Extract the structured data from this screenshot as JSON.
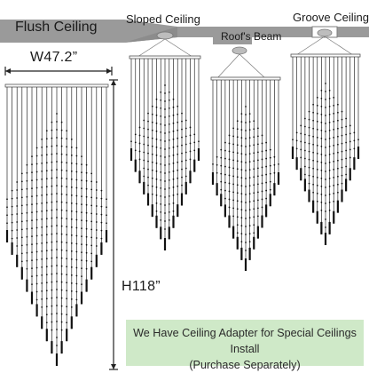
{
  "labels": {
    "flush": "Flush Ceiling",
    "sloped": "Sloped Ceiling",
    "beam": "Roof's Beam",
    "groove": "Groove Ceiling",
    "width": "W47.2”",
    "height": "H118”"
  },
  "note": {
    "line1": "We Have Ceiling Adapter for Special Ceilings Install",
    "line2": "(Purchase Separately)"
  },
  "colors": {
    "ceiling": "#9a9a9a",
    "note_bg": "#cfe9c8",
    "rod": "#2b2b2b",
    "crystal": "#111111"
  }
}
